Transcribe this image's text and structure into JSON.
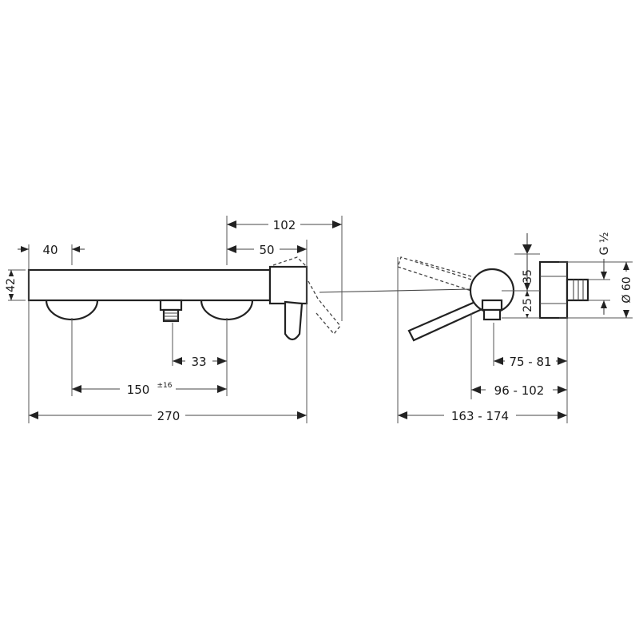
{
  "front_view": {
    "dim_width_total": "270",
    "dim_centers": "150",
    "dim_centers_tolerance": "±16",
    "dim_outlet_offset": "33",
    "dim_knob_offset": "40",
    "dim_height": "42",
    "dim_lever_depth": "102",
    "dim_lever_width": "50"
  },
  "side_view": {
    "dim_depth_range": "163 - 174",
    "dim_depth_mid": "96 - 102",
    "dim_depth_small": "75 - 81",
    "dim_top_offset": "35",
    "dim_outlet_height": "25",
    "dim_diameter": "Ø 60",
    "dim_thread": "G ½"
  }
}
